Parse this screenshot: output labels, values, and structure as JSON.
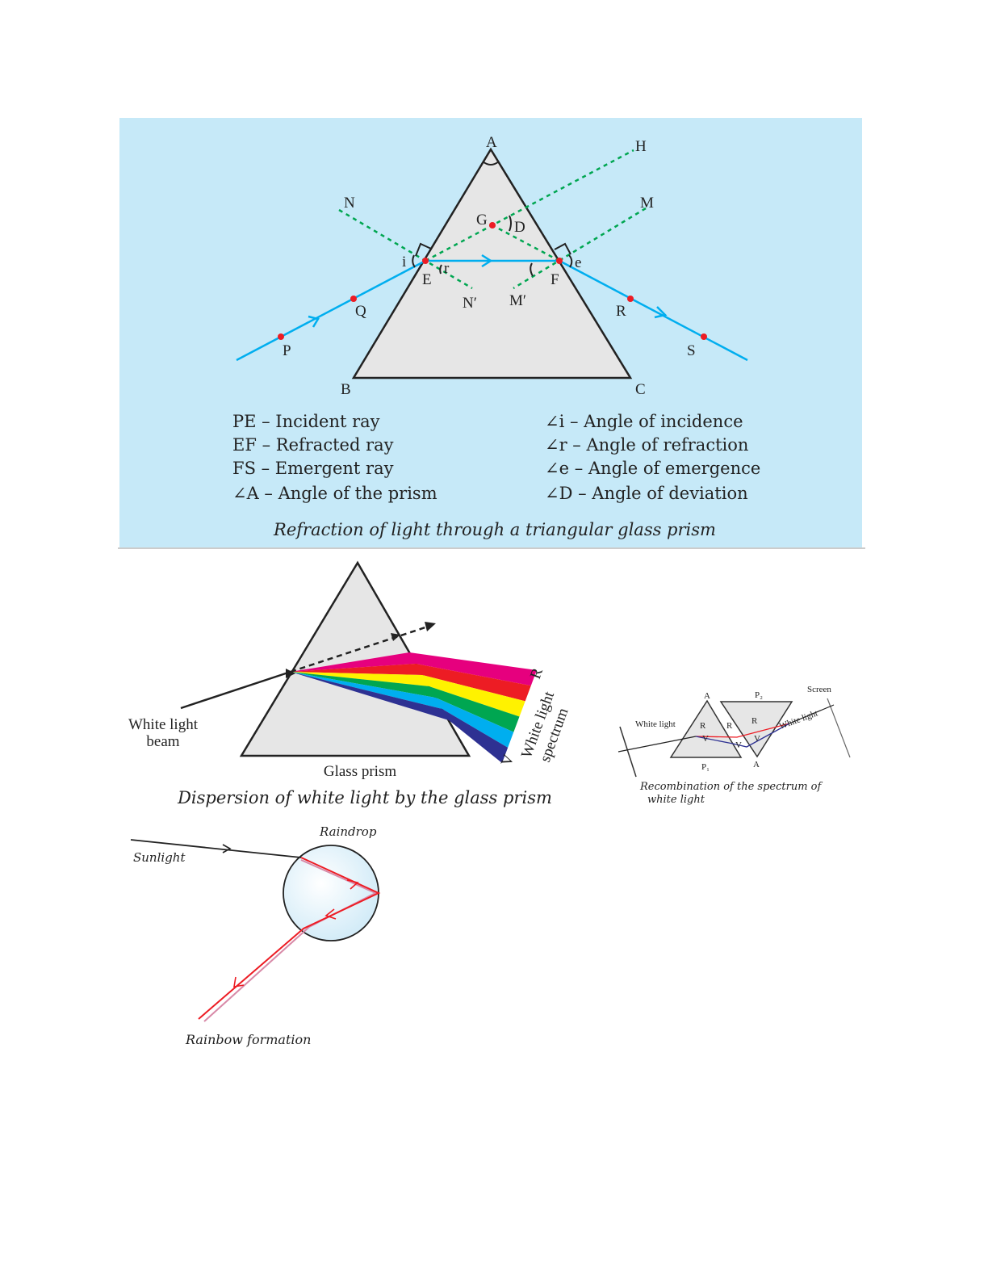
{
  "fig1": {
    "points": {
      "A": "A",
      "B": "B",
      "C": "C",
      "E": "E",
      "F": "F",
      "G": "G",
      "H": "H",
      "N": "N",
      "N2": "N′",
      "M": "M",
      "M2": "M′",
      "P": "P",
      "Q": "Q",
      "R": "R",
      "S": "S",
      "i": "i",
      "r": "r",
      "e": "e",
      "D": "D"
    },
    "legend_left": [
      "PE – Incident ray",
      "EF – Refracted ray",
      "FS – Emergent ray",
      "∠A – Angle of the prism"
    ],
    "legend_right": [
      "∠i – Angle of incidence",
      "∠r – Angle of refraction",
      "∠e – Angle of emergence",
      "∠D – Angle of deviation"
    ],
    "caption": "Refraction of light through a triangular glass prism",
    "colors": {
      "background": "#c6e9f8",
      "ray": "#00aeef",
      "normal": "#00a651",
      "point": "#ed1c24",
      "prism": "#e6e6e6"
    }
  },
  "fig2": {
    "beam_line1": "White light",
    "beam_line2": "beam",
    "prism_label": "Glass prism",
    "spectrum_line1": "White light",
    "spectrum_line2": "spectrum",
    "R": "R",
    "V": "V",
    "caption": "Dispersion of white light by the glass prism",
    "band_colors": [
      "#e6007e",
      "#ed1c24",
      "#fff200",
      "#00a651",
      "#00aeef",
      "#2e3192"
    ]
  },
  "fig3": {
    "white_light_in": "White light",
    "white_light_out": "White light",
    "screen": "Screen",
    "A1": "A",
    "A2": "A",
    "P1": "P₁",
    "P2": "P₂",
    "R1": "R",
    "R2": "R",
    "R3": "R",
    "V1": "V",
    "V2": "V",
    "V3": "V",
    "caption_line1": "Recombination of the spectrum of",
    "caption_line2": "white light"
  },
  "fig4": {
    "sunlight": "Sunlight",
    "raindrop": "Raindrop",
    "caption": "Rainbow formation"
  }
}
